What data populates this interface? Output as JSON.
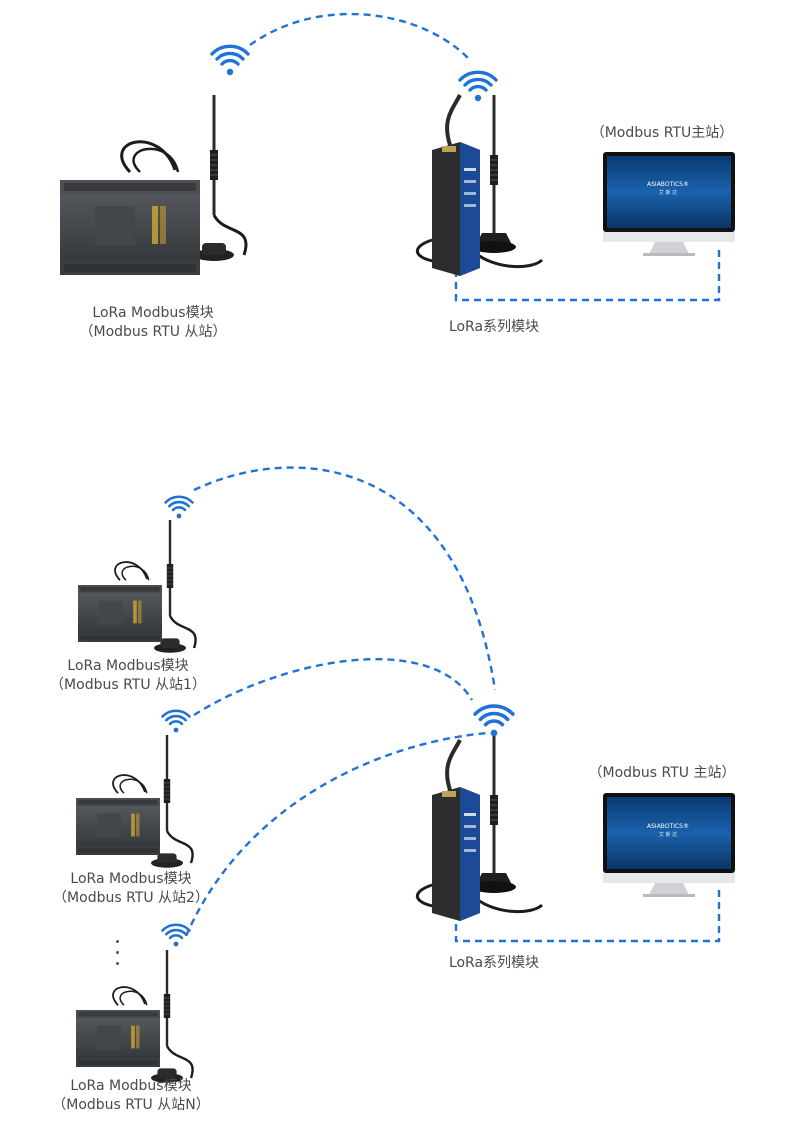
{
  "colors": {
    "link": "#1f73d6",
    "wifi": "#1f73d6",
    "device": "#3c4043",
    "screen": "#0d4d8e"
  },
  "icons": {
    "wifi": "wifi-icon",
    "plc": "plc-module-icon",
    "gateway": "lora-gateway-icon",
    "monitor": "monitor-icon"
  },
  "diagram1": {
    "slave_name": "LoRa Modbus模块",
    "slave_role": "（Modbus RTU 从站）",
    "gateway_label": "LoRa系列模块",
    "master_label": "（Modbus RTU主站）",
    "screen_brand": "ASIABOTICS®",
    "screen_sub": "艾 斯 达"
  },
  "diagram2": {
    "slaves": [
      {
        "name": "LoRa Modbus模块",
        "role": "（Modbus RTU 从站1）"
      },
      {
        "name": "LoRa Modbus模块",
        "role": "（Modbus RTU 从站2）"
      },
      {
        "name": "LoRa Modbus模块",
        "role": "（Modbus RTU 从站N）"
      }
    ],
    "gateway_label": "LoRa系列模块",
    "master_label": "（Modbus RTU 主站）",
    "screen_brand": "ASIABOTICS®",
    "screen_sub": "艾 斯 达"
  }
}
